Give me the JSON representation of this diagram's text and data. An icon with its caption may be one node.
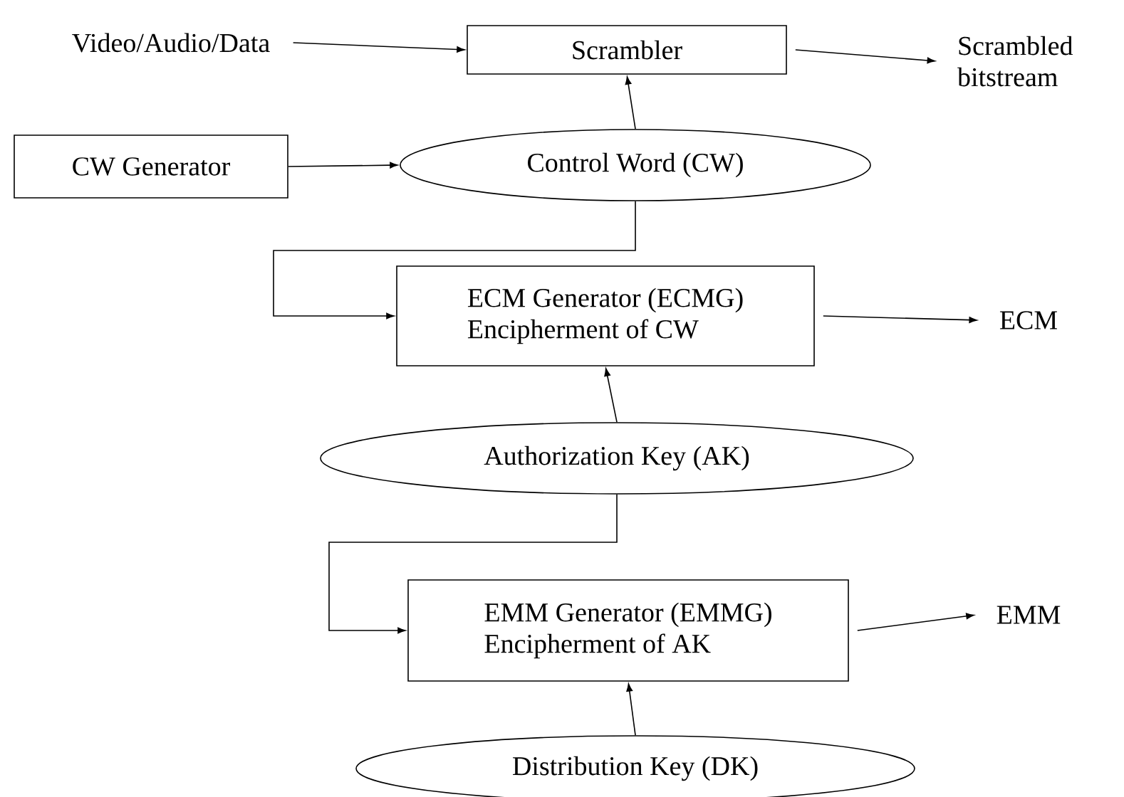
{
  "diagram": {
    "nodes": [
      {
        "text": [
          "Video/Audio/Data"
        ]
      },
      {
        "text": [
          "Scrambler"
        ]
      },
      {
        "text": [
          "Scrambled bitstream"
        ]
      },
      {
        "text": [
          "CW Generator"
        ]
      },
      {
        "text": [
          "Control Word (CW)"
        ]
      },
      {
        "text": [
          "ECM Generator (ECMG)",
          "Encipherment of CW"
        ]
      },
      {
        "text": [
          "ECM"
        ]
      },
      {
        "text": [
          "Authorization Key (AK)"
        ]
      },
      {
        "text": [
          "EMM Generator (EMMG)",
          "Encipherment of AK"
        ]
      },
      {
        "text": [
          "EMM"
        ]
      },
      {
        "text": [
          "Distribution Key (DK)"
        ]
      }
    ],
    "edges": [
      {
        "from": 0,
        "to": 1,
        "arrow": "to"
      },
      {
        "from": 1,
        "to": 2,
        "arrow": "to"
      },
      {
        "from": 3,
        "to": 4,
        "arrow": "to"
      },
      {
        "from": 4,
        "to": 1,
        "arrow": "to"
      },
      {
        "from": 4,
        "to": 5,
        "arrow": "to"
      },
      {
        "from": 5,
        "to": 6,
        "arrow": "to"
      },
      {
        "from": 7,
        "to": 5,
        "arrow": "to"
      },
      {
        "from": 7,
        "to": 8,
        "arrow": "to"
      },
      {
        "from": 8,
        "to": 9,
        "arrow": "to"
      },
      {
        "from": 10,
        "to": 8,
        "arrow": "to"
      }
    ]
  }
}
